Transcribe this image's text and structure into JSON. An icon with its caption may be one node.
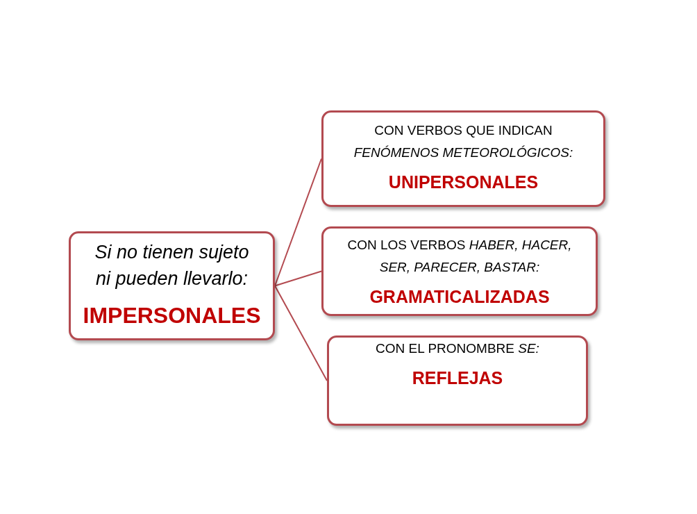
{
  "diagram": {
    "nodes": [
      {
        "text": [
          "Si no tienen sujeto ni pueden llevarlo:",
          "IMPERSONALES"
        ]
      },
      {
        "text": [
          "CON VERBOS QUE INDICAN *FENÓMENOS METEOROLÓGICOS:*",
          "UNIPERSONALES"
        ]
      },
      {
        "text": [
          "CON LOS VERBOS *HABER, HACER, SER, PARECER, BASTAR:*",
          "GRAMATICALIZADAS"
        ]
      },
      {
        "text": [
          "CON EL PRONOMBRE *SE:*",
          "REFLEJAS"
        ]
      }
    ],
    "edges": [
      {
        "from": 0,
        "to": 1,
        "arrow": "none"
      },
      {
        "from": 0,
        "to": 2,
        "arrow": "none"
      },
      {
        "from": 0,
        "to": 3,
        "arrow": "none"
      }
    ]
  }
}
